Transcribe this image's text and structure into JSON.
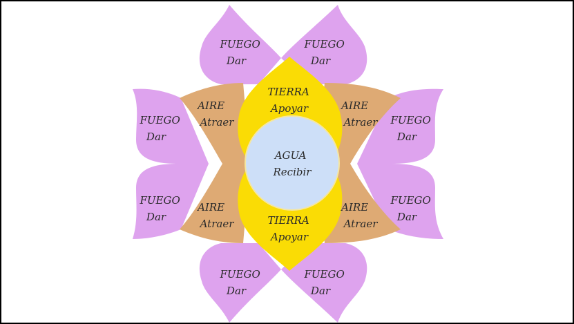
{
  "colors": {
    "fire": "#dea3ee",
    "air": "#deaa74",
    "earth": "#fadc05",
    "water": "#cddff8",
    "earth_outline": "#f5e6a0",
    "text": "#2a2a2a"
  },
  "petals": {
    "fire": [
      {
        "element": "FUEGO",
        "action": "Dar"
      },
      {
        "element": "FUEGO",
        "action": "Dar"
      },
      {
        "element": "FUEGO",
        "action": "Dar"
      },
      {
        "element": "FUEGO",
        "action": "Dar"
      },
      {
        "element": "FUEGO",
        "action": "Dar"
      },
      {
        "element": "FUEGO",
        "action": "Dar"
      },
      {
        "element": "FUEGO",
        "action": "Dar"
      },
      {
        "element": "FUEGO",
        "action": "Dar"
      }
    ],
    "air": [
      {
        "element": "AIRE",
        "action": "Atraer"
      },
      {
        "element": "AIRE",
        "action": "Atraer"
      },
      {
        "element": "AIRE",
        "action": "Atraer"
      },
      {
        "element": "AIRE",
        "action": "Atraer"
      }
    ],
    "earth": [
      {
        "element": "TIERRA",
        "action": "Apoyar"
      },
      {
        "element": "TIERRA",
        "action": "Apoyar"
      }
    ],
    "water": {
      "element": "AGUA",
      "action": "Recibir"
    }
  }
}
